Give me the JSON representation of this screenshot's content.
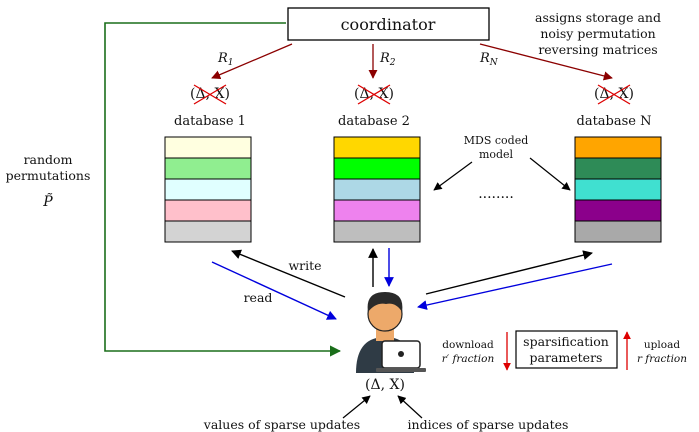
{
  "coordinator": {
    "label": "coordinator"
  },
  "coordinator_note": {
    "lines": [
      "assigns storage and",
      "noisy permutation",
      "reversing matrices"
    ]
  },
  "coordinator_arrows": {
    "r1": "R",
    "r1_sub": "1",
    "r2": "R",
    "r2_sub": "2",
    "rn": "R",
    "rn_sub": "N"
  },
  "crossed_pair": "(Δ, X)",
  "databases": [
    {
      "name": "database 1",
      "colors": [
        "#ffffe0",
        "#90ee90",
        "#e0ffff",
        "#ffc0cb",
        "#d3d3d3"
      ]
    },
    {
      "name": "database 2",
      "colors": [
        "#ffd700",
        "#00ff00",
        "#add8e6",
        "#ee82ee",
        "#bebebe"
      ]
    },
    {
      "name": "database N",
      "colors": [
        "#ffa500",
        "#2e8b57",
        "#40e0d0",
        "#8b008b",
        "#a9a9a9"
      ]
    }
  ],
  "ellipsis": "........",
  "mds_label": {
    "lines": [
      "MDS coded",
      "model"
    ]
  },
  "random_permutations": {
    "lines": [
      "random",
      "permutations"
    ],
    "symbol": "P̃"
  },
  "write_label": "write",
  "read_label": "read",
  "user_pair": "(Δ, X)",
  "download": {
    "lines": [
      "download",
      "r′ fraction"
    ]
  },
  "upload": {
    "lines": [
      "upload",
      "r fraction"
    ]
  },
  "sparsification": {
    "lines": [
      "sparsification",
      "parameters"
    ]
  },
  "bottom_labels": {
    "values": "values of sparse updates",
    "indices": "indices of sparse updates"
  },
  "colors": {
    "green": "#1a6e1a",
    "darkred": "#8b0000",
    "blue": "#0000dd",
    "red": "#dd0000"
  }
}
